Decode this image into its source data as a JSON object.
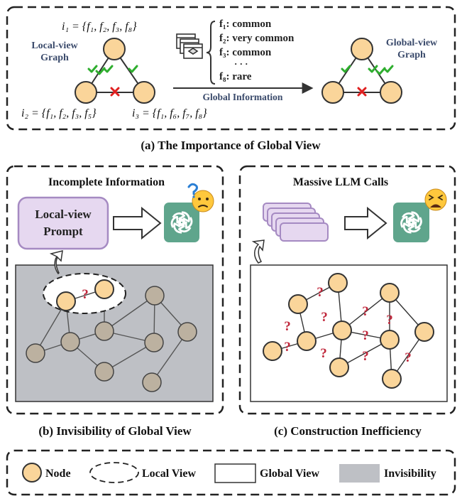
{
  "panel_a": {
    "local_title_line1": "Local-view",
    "local_title_line2": "Graph",
    "global_title_line1": "Global-view",
    "global_title_line2": "Graph",
    "i1": "i₁ = {f₁, f₂, f₃, f₈}",
    "i2": "i₂ = {f₁, f₂, f₃, f₅}",
    "i3": "i₃ = {f₁, f₆, f₇, f₈}",
    "freq_items": [
      "f₁: common",
      "f₂: very common",
      "f₃: common",
      "· · ·",
      "f₈: rare"
    ],
    "arrow_label": "Global Information",
    "caption": "(a) The Importance of Global View"
  },
  "panel_b": {
    "title": "Incomplete Information",
    "prompt_line1": "Local-view",
    "prompt_line2": "Prompt",
    "question_mark": "?",
    "caption": "(b) Invisibility of Global View"
  },
  "panel_c": {
    "title": "Massive LLM Calls",
    "question_mark": "?",
    "caption": "(c) Construction Inefficiency"
  },
  "legend": {
    "node": "Node",
    "local_view": "Local View",
    "global_view": "Global View",
    "invisibility": "Invisibility"
  },
  "colors": {
    "node_fill": "#FAD59A",
    "node_stroke": "#333333",
    "check": "#2EAE2E",
    "cross": "#E02020",
    "question": "#C0283C",
    "gray_node": "#BCB1A0",
    "invisible_bg": "#BEC0C5",
    "prompt_fill": "#E6D8F0",
    "prompt_stroke": "#A58AC2",
    "gpt_green": "#5FA58C",
    "emoji_yellow": "#FFC83D"
  },
  "icons": [
    "check-icon",
    "cross-icon",
    "document-stack-icon",
    "chatgpt-icon",
    "confused-emoji-icon",
    "tired-emoji-icon",
    "curved-arrow-icon",
    "right-arrow-icon"
  ]
}
